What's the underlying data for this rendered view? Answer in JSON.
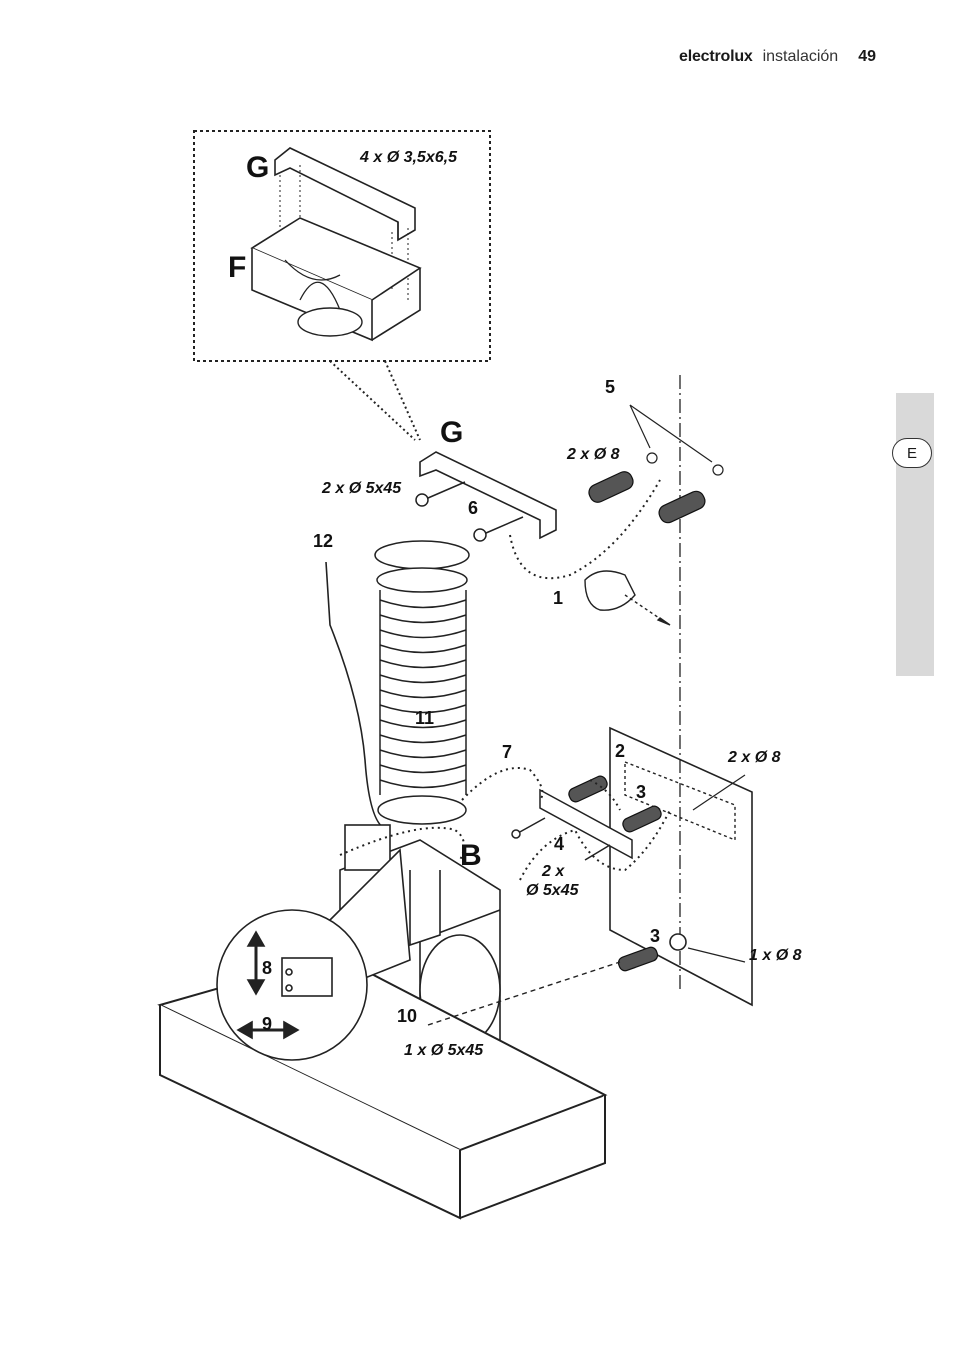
{
  "header": {
    "brand": "electrolux",
    "section": "instalación",
    "page_number": "49"
  },
  "side_tab": {
    "language": "E"
  },
  "labels": {
    "G_detail": "G",
    "F": "F",
    "G": "G",
    "B": "B",
    "n1": "1",
    "n2": "2",
    "n3a": "3",
    "n3b": "3",
    "n4": "4",
    "n5": "5",
    "n6": "6",
    "n7": "7",
    "n8": "8",
    "n9": "9",
    "n10": "10",
    "n11": "11",
    "n12": "12"
  },
  "specs": {
    "screws_detail": "4 x Ø 3,5x6,5",
    "plugs_top": "2 x Ø 8",
    "screws_top": "2 x Ø 5x45",
    "plugs_panel": "2 x Ø 8",
    "screws_mid_line1": "2 x",
    "screws_mid_line2": "Ø 5x45",
    "plug_single": "1 x Ø 8",
    "screw_single": "1 x Ø 5x45"
  }
}
